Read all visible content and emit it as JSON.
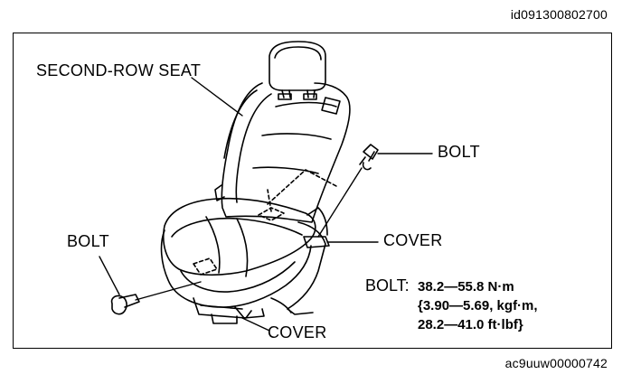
{
  "document": {
    "id": "id091300802700",
    "image_code": "ac9uuw00000742"
  },
  "labels": {
    "seat": "SECOND-ROW SEAT",
    "bolt_right": "BOLT",
    "cover_right": "COVER",
    "bolt_left": "BOLT",
    "cover_bottom": "COVER"
  },
  "torque_spec": {
    "label": "BOLT:",
    "values": [
      "38.2—55.8 N·m",
      "{3.90—5.69, kgf·m,",
      "28.2—41.0 ft·lbf}"
    ]
  },
  "colors": {
    "ink": "#000000",
    "background": "#ffffff"
  }
}
